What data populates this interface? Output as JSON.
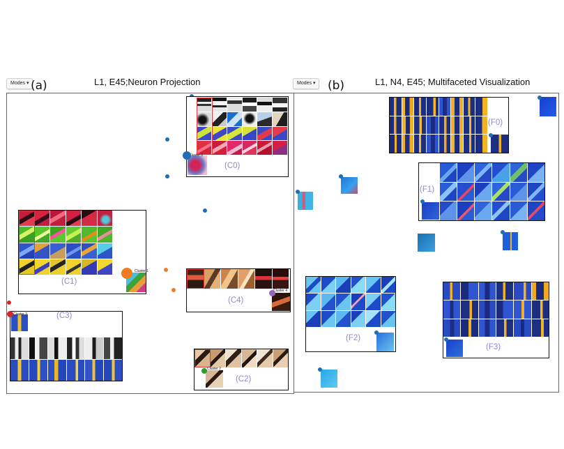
{
  "panel_a": {
    "modes_label": "Modes ▾",
    "letter": "(a)",
    "title": "L1, E45;Neuron Projection",
    "clusters": {
      "c0": {
        "label": "(C0)",
        "tag": "Cluster 0"
      },
      "c1": {
        "label": "(C1)",
        "tag": "Cluster 1"
      },
      "c2": {
        "label": "(C2)",
        "tag": "Cluster 2"
      },
      "c3": {
        "label": "(C3)",
        "tag": "Cluster 3"
      },
      "c4": {
        "label": "(C4)",
        "tag": "Cluster 4"
      }
    }
  },
  "panel_b": {
    "modes_label": "Modes ▾",
    "letter": "(b)",
    "title": "L1, N4, E45; Multifaceted Visualization",
    "facets": {
      "f0": {
        "label": "(F0)"
      },
      "f1": {
        "label": "(F1)"
      },
      "f2": {
        "label": "(F2)"
      },
      "f3": {
        "label": "(F3)"
      }
    }
  },
  "colors": {
    "blue_dot": "#1f6fb4",
    "orange_dot": "#f07b23",
    "red_dot": "#d62728",
    "green_dot": "#2ca02c",
    "purple_dot": "#9467bd",
    "label_purple": "#8e88d6",
    "highlight_red": "#e0393b"
  }
}
